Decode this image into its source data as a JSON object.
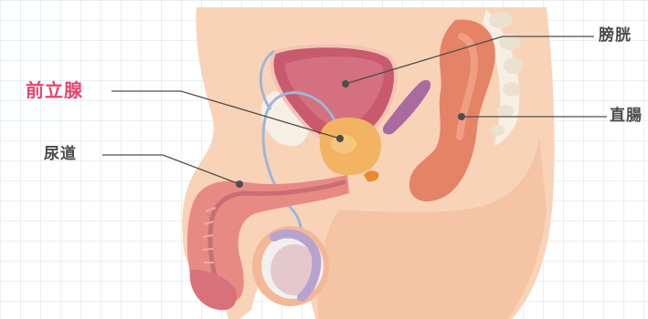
{
  "labels": {
    "prostate": "前立腺",
    "urethra": "尿道",
    "bladder": "膀胱",
    "rectum": "直腸"
  },
  "colors": {
    "prostate_label": "#e8436a",
    "text": "#4a4a4a",
    "leader_line": "#4d4d4d",
    "grid": "#cfe0ec",
    "skin": "#f9d3b8",
    "skin_shadow": "#f3b896",
    "bladder": "#c85a6e",
    "prostate": "#f2b463",
    "rectum": "#e58366",
    "spine": "#f6f0e4",
    "seminal_vesicle": "#a96a9e",
    "penis": "#e88a84",
    "testis": "#b8a3cf",
    "duct": "#9fb5d8"
  }
}
